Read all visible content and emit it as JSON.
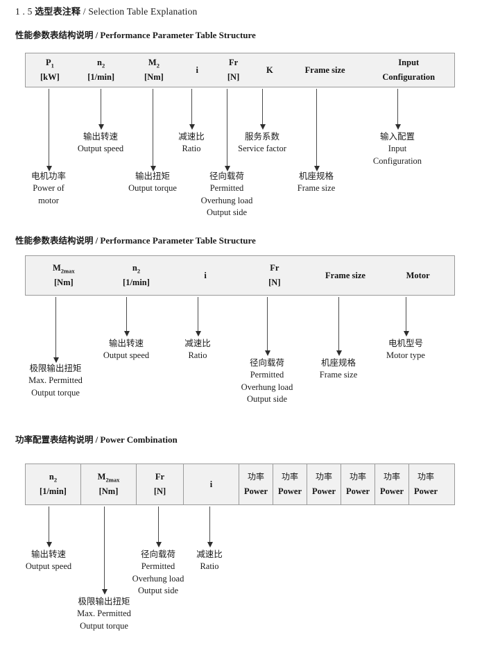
{
  "document": {
    "title_number": "1 . 5",
    "title_cn": "选型表注释",
    "title_sep": "/",
    "title_en": "Selection Table Explanation"
  },
  "sections": [
    {
      "heading_cn": "性能参数表结构说明",
      "heading_sep": "/",
      "heading_en": "Performance Parameter Table Structure",
      "table": {
        "columns": [
          {
            "line1": "P",
            "sub1": "1",
            "line2": "[kW]"
          },
          {
            "line1": "n",
            "sub1": "2",
            "line2": "[1/min]"
          },
          {
            "line1": "M",
            "sub1": "2",
            "line2": "[Nm]"
          },
          {
            "line1": "i",
            "sub1": "",
            "line2": ""
          },
          {
            "line1": "Fr",
            "sub1": "",
            "line2": "[N]"
          },
          {
            "line1": "K",
            "sub1": "",
            "line2": ""
          },
          {
            "line1": "Frame size",
            "sub1": "",
            "line2": ""
          },
          {
            "line1": "Input",
            "sub1": "",
            "line2": "Configuration"
          }
        ]
      },
      "annotations": [
        {
          "cn": "电机功率",
          "en1": "Power of",
          "en2": "motor",
          "en3": "",
          "en4": ""
        },
        {
          "cn": "输出转速",
          "en1": "Output speed",
          "en2": "",
          "en3": "",
          "en4": ""
        },
        {
          "cn": "输出扭矩",
          "en1": "Output torque",
          "en2": "",
          "en3": "",
          "en4": ""
        },
        {
          "cn": "减速比",
          "en1": "Ratio",
          "en2": "",
          "en3": "",
          "en4": ""
        },
        {
          "cn": "径向载荷",
          "en1": "Permitted",
          "en2": "Overhung load",
          "en3": "Output side",
          "en4": ""
        },
        {
          "cn": "服务系数",
          "en1": "Service factor",
          "en2": "",
          "en3": "",
          "en4": ""
        },
        {
          "cn": "机座规格",
          "en1": "Frame size",
          "en2": "",
          "en3": "",
          "en4": ""
        },
        {
          "cn": "输入配置",
          "en1": "Input",
          "en2": "Configuration",
          "en3": "",
          "en4": ""
        }
      ]
    },
    {
      "heading_cn": "性能参数表结构说明",
      "heading_sep": "/",
      "heading_en": "Performance Parameter Table Structure",
      "table": {
        "columns": [
          {
            "line1": "M",
            "sub1": "2max",
            "line2": "[Nm]"
          },
          {
            "line1": "n",
            "sub1": "2",
            "line2": "[1/min]"
          },
          {
            "line1": "i",
            "sub1": "",
            "line2": ""
          },
          {
            "line1": "Fr",
            "sub1": "",
            "line2": "[N]"
          },
          {
            "line1": "Frame size",
            "sub1": "",
            "line2": ""
          },
          {
            "line1": "Motor",
            "sub1": "",
            "line2": ""
          }
        ]
      },
      "annotations": [
        {
          "cn": "极限输出扭矩",
          "en1": "Max. Permitted",
          "en2": "Output   torque",
          "en3": "",
          "en4": ""
        },
        {
          "cn": "输出转速",
          "en1": "Output speed",
          "en2": "",
          "en3": "",
          "en4": ""
        },
        {
          "cn": "减速比",
          "en1": "Ratio",
          "en2": "",
          "en3": "",
          "en4": ""
        },
        {
          "cn": "径向载荷",
          "en1": "Permitted",
          "en2": "Overhung load",
          "en3": "Output side",
          "en4": ""
        },
        {
          "cn": "机座规格",
          "en1": "Frame size",
          "en2": "",
          "en3": "",
          "en4": ""
        },
        {
          "cn": "电机型号",
          "en1": "Motor type",
          "en2": "",
          "en3": "",
          "en4": ""
        }
      ]
    },
    {
      "heading_cn": "功率配置表结构说明",
      "heading_sep": "/",
      "heading_en": "Power Combination",
      "table": {
        "columns": [
          {
            "line1": "n",
            "sub1": "2",
            "line2": "[1/min]"
          },
          {
            "line1": "M",
            "sub1": "2max",
            "line2": "[Nm]"
          },
          {
            "line1": "Fr",
            "sub1": "",
            "line2": "[N]"
          },
          {
            "line1": "i",
            "sub1": "",
            "line2": ""
          },
          {
            "line1": "功率",
            "sub1": "",
            "line2": "Power"
          },
          {
            "line1": "功率",
            "sub1": "",
            "line2": "Power"
          },
          {
            "line1": "功率",
            "sub1": "",
            "line2": "Power"
          },
          {
            "line1": "功率",
            "sub1": "",
            "line2": "Power"
          },
          {
            "line1": "功率",
            "sub1": "",
            "line2": "Power"
          },
          {
            "line1": "功率",
            "sub1": "",
            "line2": "Power"
          }
        ]
      },
      "annotations": [
        {
          "cn": "输出转速",
          "en1": "Output speed",
          "en2": "",
          "en3": "",
          "en4": ""
        },
        {
          "cn": "极限输出扭矩",
          "en1": "Max. Permitted",
          "en2": "Output   torque",
          "en3": "",
          "en4": ""
        },
        {
          "cn": "径向载荷",
          "en1": "Permitted",
          "en2": "Overhung load",
          "en3": "Output side",
          "en4": ""
        },
        {
          "cn": "减速比",
          "en1": "Ratio",
          "en2": "",
          "en3": "",
          "en4": ""
        }
      ]
    }
  ]
}
